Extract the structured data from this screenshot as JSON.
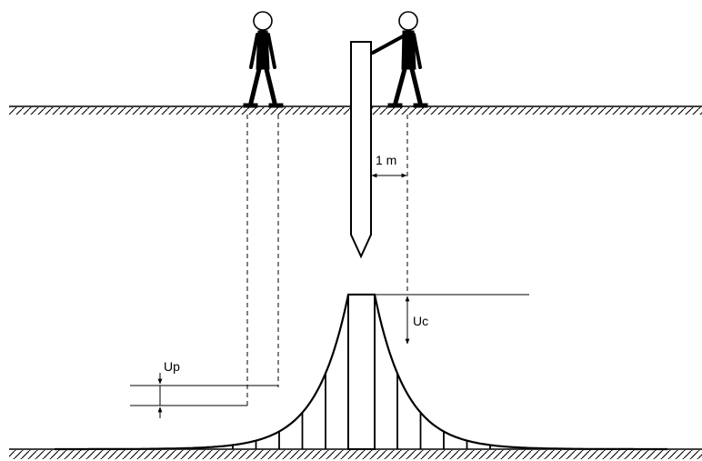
{
  "labels": {
    "distance": "1 m",
    "touch_voltage": "Uc",
    "step_voltage": "Up"
  }
}
